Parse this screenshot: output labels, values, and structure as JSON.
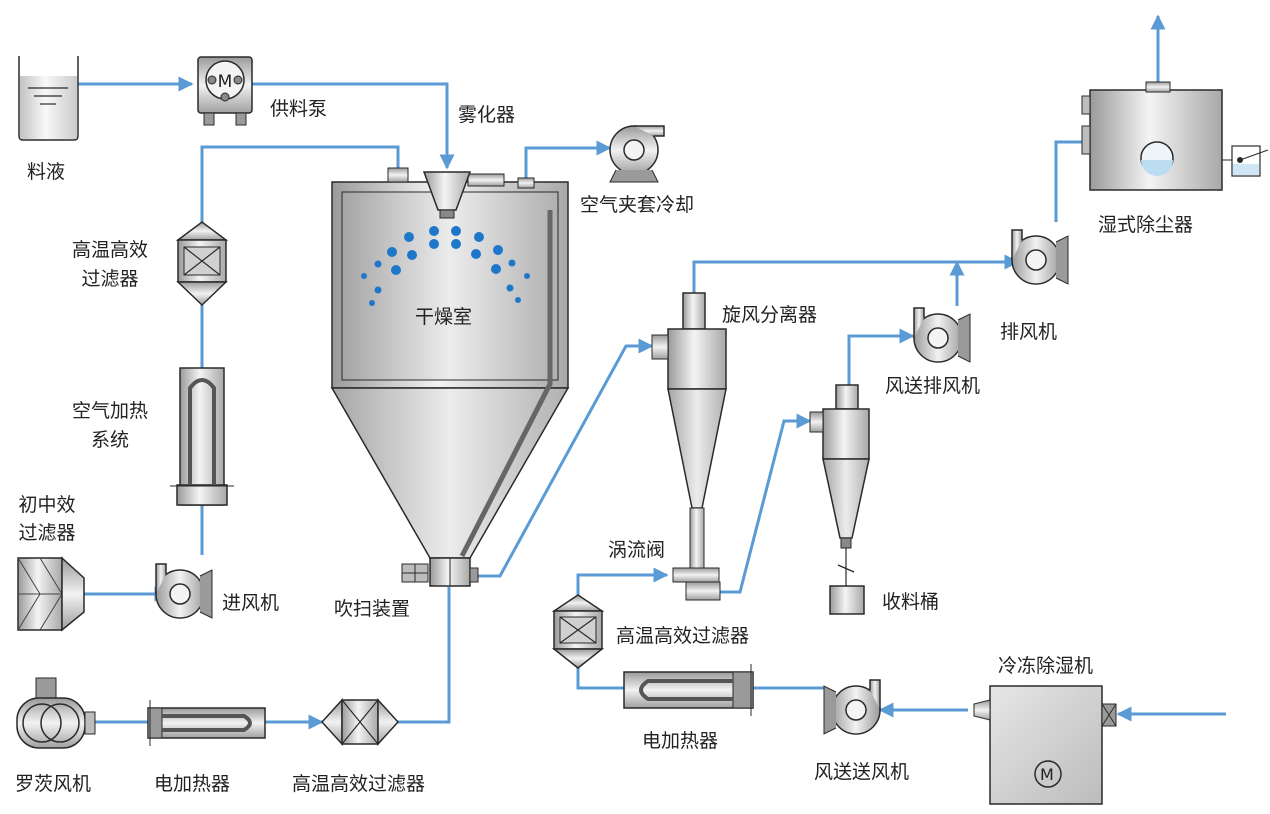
{
  "labels": {
    "feed_liquid": "料液",
    "feed_pump": "供料泵",
    "atomizer": "雾化器",
    "air_jacket_cooling": "空气夹套冷却",
    "hepa_filter_left_line1": "高温高效",
    "hepa_filter_left_line2": "过滤器",
    "drying_chamber": "干燥室",
    "air_heating_line1": "空气加热",
    "air_heating_line2": "系统",
    "prefilter_line1": "初中效",
    "prefilter_line2": "过滤器",
    "inlet_fan": "进风机",
    "purge_device": "吹扫装置",
    "cyclone_separator": "旋风分离器",
    "vortex_valve": "涡流阀",
    "hepa_filter_mid": "高温高效过滤器",
    "conveying_exhaust_fan": "风送排风机",
    "collection_bucket": "收料桶",
    "exhaust_fan": "排风机",
    "wet_scrubber": "湿式除尘器",
    "refrigerated_dehumidifier": "冷冻除湿机",
    "electric_heater_mid": "电加热器",
    "conveying_supply_fan": "风送送风机",
    "roots_blower": "罗茨风机",
    "electric_heater_bottom": "电加热器",
    "hepa_filter_bottom": "高温高效过滤器",
    "motor_symbol": "M"
  },
  "colors": {
    "pipe": "#5b9bd5",
    "droplet": "#1f77c9",
    "metal_dark": "#8a8a8a",
    "metal_light": "#f2f2f2",
    "outline": "#2a2a2a"
  }
}
